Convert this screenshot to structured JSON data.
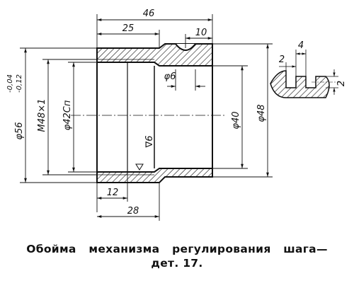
{
  "dimensions": {
    "overall_length": "46",
    "left_length": "25",
    "right_length": "10",
    "small_step": "12",
    "mid_length": "28",
    "groove_dia": "φ6",
    "thread": "M48×1",
    "inner_dia": "φ42Сп",
    "outer_dia": "φ56",
    "outer_tol_upper": "-0,04",
    "outer_tol_lower": "-0,12",
    "bore_dia": "φ40",
    "right_outer_dia": "φ48",
    "surface_finish": "∇6",
    "detail_dim_4": "4",
    "detail_dim_2a": "2",
    "detail_dim_2b": "2"
  },
  "caption": {
    "line1": "Обойма механизма регулирования шага—",
    "line2": "дет. 17."
  }
}
